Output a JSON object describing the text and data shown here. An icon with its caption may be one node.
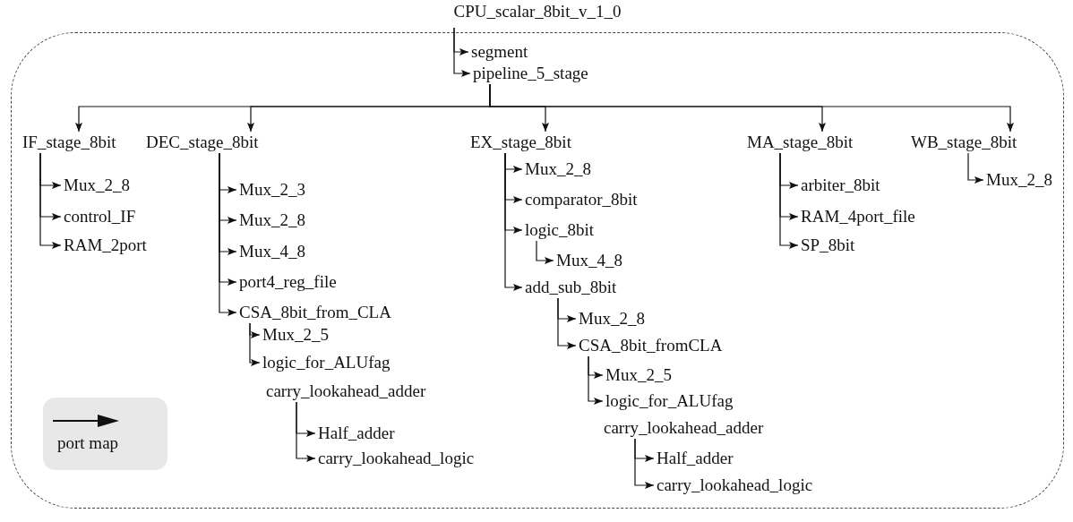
{
  "diagram": {
    "nodes": [
      {
        "text": [
          "CPU_scalar_8bit_v_1_0"
        ]
      },
      {
        "text": [
          "segment"
        ],
        "in": 0
      },
      {
        "text": [
          "pipeline_5_stage"
        ],
        "in": 0
      },
      {
        "text": [
          "IF_stage_8bit"
        ],
        "in": 0
      },
      {
        "text": [
          "Mux_2_8"
        ],
        "in": 0
      },
      {
        "text": [
          "control_IF"
        ],
        "in": 0
      },
      {
        "text": [
          "RAM_2port"
        ],
        "in": 0
      },
      {
        "text": [
          "DEC_stage_8bit"
        ],
        "in": 0
      },
      {
        "text": [
          "Mux_2_3"
        ],
        "in": 0
      },
      {
        "text": [
          "Mux_2_8"
        ],
        "in": 0
      },
      {
        "text": [
          "Mux_4_8"
        ],
        "in": 0
      },
      {
        "text": [
          "port4_reg_file"
        ],
        "in": 0
      },
      {
        "text": [
          "CSA_8bit_from_CLA"
        ],
        "in": 0
      },
      {
        "text": [
          "Mux_2_5"
        ],
        "in": 0
      },
      {
        "text": [
          "logic_for_ALUfag"
        ],
        "in": 0
      },
      {
        "text": [
          "carry_lookahead_adder"
        ],
        "in": 0
      },
      {
        "text": [
          "Half_adder"
        ],
        "in": 0
      },
      {
        "text": [
          "carry_lookahead_logic"
        ],
        "in": 0
      },
      {
        "text": [
          "EX_stage_8bit"
        ],
        "in": 0
      },
      {
        "text": [
          "Mux_2_8"
        ],
        "in": 0
      },
      {
        "text": [
          "comparator_8bit"
        ],
        "in": 0
      },
      {
        "text": [
          "logic_8bit"
        ],
        "in": 0
      },
      {
        "text": [
          "Mux_4_8"
        ],
        "in": 0
      },
      {
        "text": [
          "add_sub_8bit"
        ],
        "in": 0
      },
      {
        "text": [
          "Mux_2_8"
        ],
        "in": 0
      },
      {
        "text": [
          "CSA_8bit_fromCLA"
        ],
        "in": 0
      },
      {
        "text": [
          "Mux_2_5"
        ],
        "in": 0
      },
      {
        "text": [
          "logic_for_ALUfag"
        ],
        "in": 0
      },
      {
        "text": [
          "carry_lookahead_adder"
        ],
        "in": 0
      },
      {
        "text": [
          "Half_adder"
        ],
        "in": 0
      },
      {
        "text": [
          "carry_lookahead_logic"
        ],
        "in": 0
      },
      {
        "text": [
          "MA_stage_8bit"
        ],
        "in": 0
      },
      {
        "text": [
          "arbiter_8bit"
        ],
        "in": 0
      },
      {
        "text": [
          "RAM_4port_file"
        ],
        "in": 0
      },
      {
        "text": [
          "SP_8bit"
        ],
        "in": 0
      },
      {
        "text": [
          "WB_stage_8bit"
        ],
        "in": 0
      },
      {
        "text": [
          "Mux_2_8"
        ],
        "in": 0
      }
    ],
    "edges": [
      {
        "from": 0,
        "to": 1,
        "arrow": "to"
      },
      {
        "from": 0,
        "to": 2,
        "arrow": "to"
      },
      {
        "from": 2,
        "to": 3,
        "arrow": "to"
      },
      {
        "from": 2,
        "to": 7,
        "arrow": "to"
      },
      {
        "from": 2,
        "to": 18,
        "arrow": "to"
      },
      {
        "from": 2,
        "to": 31,
        "arrow": "to"
      },
      {
        "from": 2,
        "to": 35,
        "arrow": "to"
      },
      {
        "from": 3,
        "to": 4,
        "arrow": "to"
      },
      {
        "from": 3,
        "to": 5,
        "arrow": "to"
      },
      {
        "from": 3,
        "to": 6,
        "arrow": "to"
      },
      {
        "from": 7,
        "to": 8,
        "arrow": "to"
      },
      {
        "from": 7,
        "to": 9,
        "arrow": "to"
      },
      {
        "from": 7,
        "to": 10,
        "arrow": "to"
      },
      {
        "from": 7,
        "to": 11,
        "arrow": "to"
      },
      {
        "from": 7,
        "to": 12,
        "arrow": "to"
      },
      {
        "from": 12,
        "to": 13,
        "arrow": "to"
      },
      {
        "from": 12,
        "to": 14,
        "arrow": "to"
      },
      {
        "from": 15,
        "to": 16,
        "arrow": "to"
      },
      {
        "from": 15,
        "to": 17,
        "arrow": "to"
      },
      {
        "from": 18,
        "to": 19,
        "arrow": "to"
      },
      {
        "from": 18,
        "to": 20,
        "arrow": "to"
      },
      {
        "from": 18,
        "to": 21,
        "arrow": "to"
      },
      {
        "from": 21,
        "to": 22,
        "arrow": "to"
      },
      {
        "from": 18,
        "to": 23,
        "arrow": "to"
      },
      {
        "from": 23,
        "to": 24,
        "arrow": "to"
      },
      {
        "from": 23,
        "to": 25,
        "arrow": "to"
      },
      {
        "from": 25,
        "to": 26,
        "arrow": "to"
      },
      {
        "from": 25,
        "to": 27,
        "arrow": "to"
      },
      {
        "from": 28,
        "to": 29,
        "arrow": "to"
      },
      {
        "from": 28,
        "to": 30,
        "arrow": "to"
      },
      {
        "from": 31,
        "to": 32,
        "arrow": "to"
      },
      {
        "from": 31,
        "to": 33,
        "arrow": "to"
      },
      {
        "from": 31,
        "to": 34,
        "arrow": "to"
      },
      {
        "from": 35,
        "to": 36,
        "arrow": "to"
      }
    ],
    "legend": [
      {
        "text": "port map"
      }
    ]
  }
}
